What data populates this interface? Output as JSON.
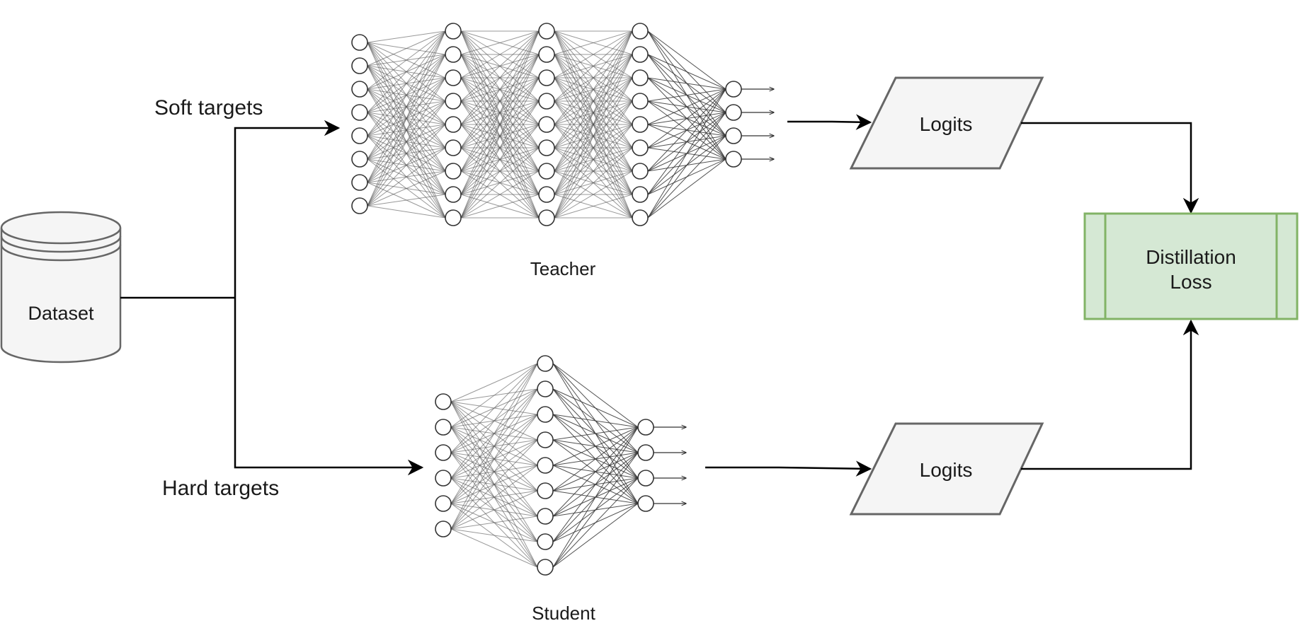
{
  "diagram": {
    "dataset_label": "Dataset",
    "soft_targets_label": "Soft targets",
    "hard_targets_label": "Hard targets",
    "teacher_label": "Teacher",
    "student_label": "Student",
    "teacher_logits_label": "Logits",
    "student_logits_label": "Logits",
    "loss_label_line1": "Distillation",
    "loss_label_line2": "Loss"
  },
  "networks": {
    "teacher_layers": [
      8,
      9,
      9,
      9,
      4
    ],
    "student_layers": [
      6,
      9,
      4
    ]
  },
  "colors": {
    "line": "#000000",
    "shape_stroke": "#666666",
    "shape_fill": "#f5f5f5",
    "loss_fill": "#d5e8d4",
    "loss_stroke": "#82b366"
  }
}
